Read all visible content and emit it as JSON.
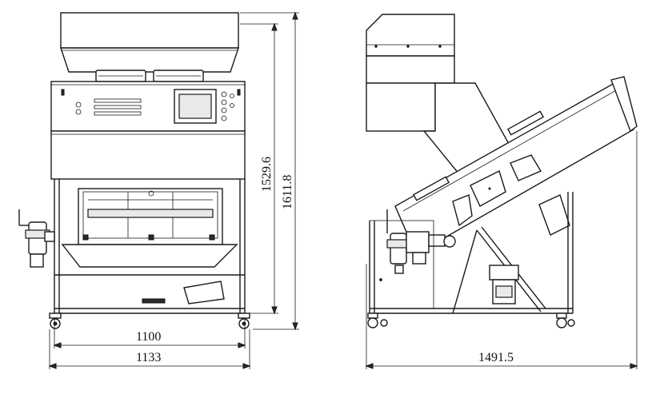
{
  "dimensions": {
    "front_inner_width": "1100",
    "front_overall_width": "1133",
    "front_height_body": "1529.6",
    "front_height_overall": "1611.8",
    "side_overall_length": "1491.5"
  }
}
